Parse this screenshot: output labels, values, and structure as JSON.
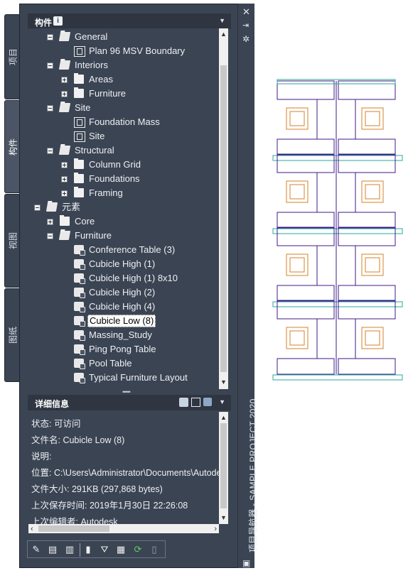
{
  "palette": {
    "title": "项目导航器 - SAMPLE PROJECT 2020",
    "side_tabs": [
      "项目",
      "构件",
      "视图",
      "图纸"
    ],
    "active_tab": "构件"
  },
  "components_header": {
    "label": "构件"
  },
  "tree": [
    {
      "label": "General",
      "level": 1,
      "expander": "minus",
      "icon": "open-folder"
    },
    {
      "label": "Plan 96 MSV Boundary",
      "level": 2,
      "expander": "none",
      "icon": "view-drawing"
    },
    {
      "label": "Interiors",
      "level": 1,
      "expander": "minus",
      "icon": "open-folder"
    },
    {
      "label": "Areas",
      "level": 2,
      "expander": "plus",
      "icon": "folder"
    },
    {
      "label": "Furniture",
      "level": 2,
      "expander": "plus",
      "icon": "folder"
    },
    {
      "label": "Site",
      "level": 1,
      "expander": "minus",
      "icon": "open-folder"
    },
    {
      "label": "Foundation Mass",
      "level": 2,
      "expander": "none",
      "icon": "view-drawing"
    },
    {
      "label": "Site",
      "level": 2,
      "expander": "none",
      "icon": "view-drawing"
    },
    {
      "label": "Structural",
      "level": 1,
      "expander": "minus",
      "icon": "open-folder"
    },
    {
      "label": "Column Grid",
      "level": 2,
      "expander": "plus",
      "icon": "folder"
    },
    {
      "label": "Foundations",
      "level": 2,
      "expander": "plus",
      "icon": "folder"
    },
    {
      "label": "Framing",
      "level": 2,
      "expander": "plus",
      "icon": "folder"
    },
    {
      "label": "元素",
      "level": 0,
      "expander": "minus",
      "icon": "open-folder"
    },
    {
      "label": "Core",
      "level": 1,
      "expander": "plus",
      "icon": "folder"
    },
    {
      "label": "Furniture",
      "level": 1,
      "expander": "minus",
      "icon": "open-folder"
    },
    {
      "label": "Conference Table (3)",
      "level": 2,
      "expander": "none",
      "icon": "element"
    },
    {
      "label": "Cubicle High (1)",
      "level": 2,
      "expander": "none",
      "icon": "element"
    },
    {
      "label": "Cubicle High (1) 8x10",
      "level": 2,
      "expander": "none",
      "icon": "element"
    },
    {
      "label": "Cubicle High (2)",
      "level": 2,
      "expander": "none",
      "icon": "element"
    },
    {
      "label": "Cubicle High (4)",
      "level": 2,
      "expander": "none",
      "icon": "element"
    },
    {
      "label": "Cubicle Low (8)",
      "level": 2,
      "expander": "none",
      "icon": "element",
      "selected": true
    },
    {
      "label": "Massing_Study",
      "level": 2,
      "expander": "none",
      "icon": "element"
    },
    {
      "label": "Ping Pong Table",
      "level": 2,
      "expander": "none",
      "icon": "element"
    },
    {
      "label": "Pool Table",
      "level": 2,
      "expander": "none",
      "icon": "element"
    },
    {
      "label": "Typical Furniture Layout",
      "level": 2,
      "expander": "none",
      "icon": "element"
    }
  ],
  "details_header": {
    "label": "详细信息"
  },
  "details": [
    "状态: 可访问",
    "文件名: Cubicle Low (8)",
    "说明:",
    "位置: C:\\Users\\Administrator\\Documents\\Autodesk",
    "文件大小: 291KB (297,868 bytes)",
    "上次保存时间: 2019年1月30日  22:26:08",
    "上次编辑者: Autodesk"
  ],
  "splitter": "•••••",
  "toolbar_icons": [
    "add-view-icon",
    "add-element-icon",
    "add-construct-icon",
    "clipboard-icon",
    "filter-icon",
    "table-icon",
    "refresh-icon",
    "close-file-icon"
  ],
  "colors": {
    "panel": "#3b4453",
    "header": "#2f3641",
    "cubicle": "#3d1a8a",
    "chair": "#d4822a",
    "panel_edge": "#2aa79b"
  }
}
